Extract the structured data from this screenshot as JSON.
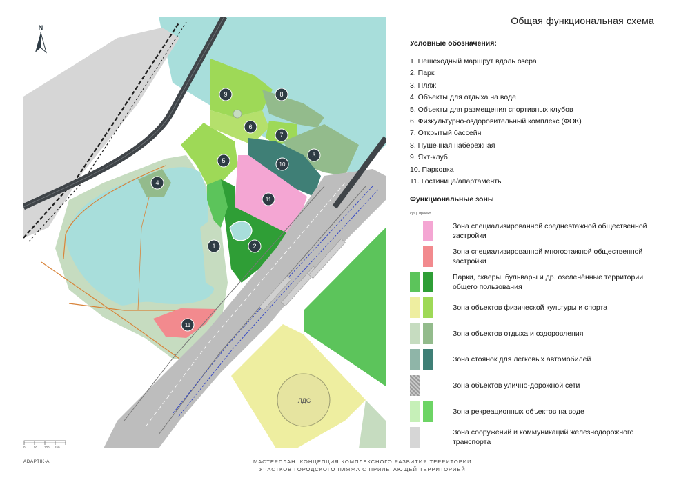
{
  "header": {
    "title": "Общая функциональная схема"
  },
  "legend": {
    "title": "Условные обозначения:",
    "items": [
      "1. Пешеходный маршрут вдоль озера",
      "2. Парк",
      "3. Пляж",
      "4. Объекты для отдыха на воде",
      "5. Объекты для размещения спортивных клубов",
      "6. Физкультурно-оздоровительный комплекс (ФОК)",
      "7. Открытый бассейн",
      "8. Пушечная набережная",
      "9. Яхт-клуб",
      "10. Парковка",
      "11. Гостиница/апартаменты"
    ]
  },
  "zones": {
    "title": "Функциональные зоны",
    "column_labels": "сущ. проект.",
    "items": [
      {
        "label": "Зона специализированной среднеэтажной общественной застройки",
        "colors": [
          "",
          "#f4a6d3"
        ]
      },
      {
        "label": "Зона специализированной многоэтажной общественной застройки",
        "colors": [
          "",
          "#f28a8e"
        ]
      },
      {
        "label": "Парки, скверы, бульвары и др. озеленённые территории общего пользования",
        "colors": [
          "#5cc45b",
          "#2f9e36"
        ]
      },
      {
        "label": "Зона объектов физической культуры и спорта",
        "colors": [
          "#eeeea0",
          "#9ed957"
        ]
      },
      {
        "label": "Зона объектов отдыха и оздоровления",
        "colors": [
          "#c6dcc0",
          "#93bb8c"
        ]
      },
      {
        "label": "Зона стоянок для легковых автомобилей",
        "colors": [
          "#8fb5a8",
          "#3f7f76"
        ]
      },
      {
        "label": "Зона объектов улично-дорожной сети",
        "colors": [
          "#9a9a9a",
          ""
        ]
      },
      {
        "label": "Зона рекреационных объектов на воде",
        "colors": [
          "#c6f0b8",
          "#6dd465"
        ]
      },
      {
        "label": "Зона сооружений и коммуникаций железнодорожного транспорта",
        "colors": [
          "#d6d6d6",
          ""
        ]
      }
    ]
  },
  "map": {
    "north_label": "N",
    "badges": [
      "1",
      "2",
      "3",
      "4",
      "5",
      "6",
      "7",
      "8",
      "9",
      "10",
      "11",
      "11"
    ],
    "stadium_label": "ЛДС",
    "scale_labels": [
      "0",
      "50",
      "100",
      "150"
    ]
  },
  "footer": {
    "brand": "ADAPTIK·A",
    "line1": "МАСТЕРПЛАН. КОНЦЕПЦИЯ КОМПЛЕКСНОГО РАЗВИТИЯ ТЕРРИТОРИИ",
    "line2": "УЧАСТКОВ ГОРОДСКОГО ПЛЯЖА С ПРИЛЕГАЮЩЕЙ ТЕРРИТОРИЕЙ"
  }
}
